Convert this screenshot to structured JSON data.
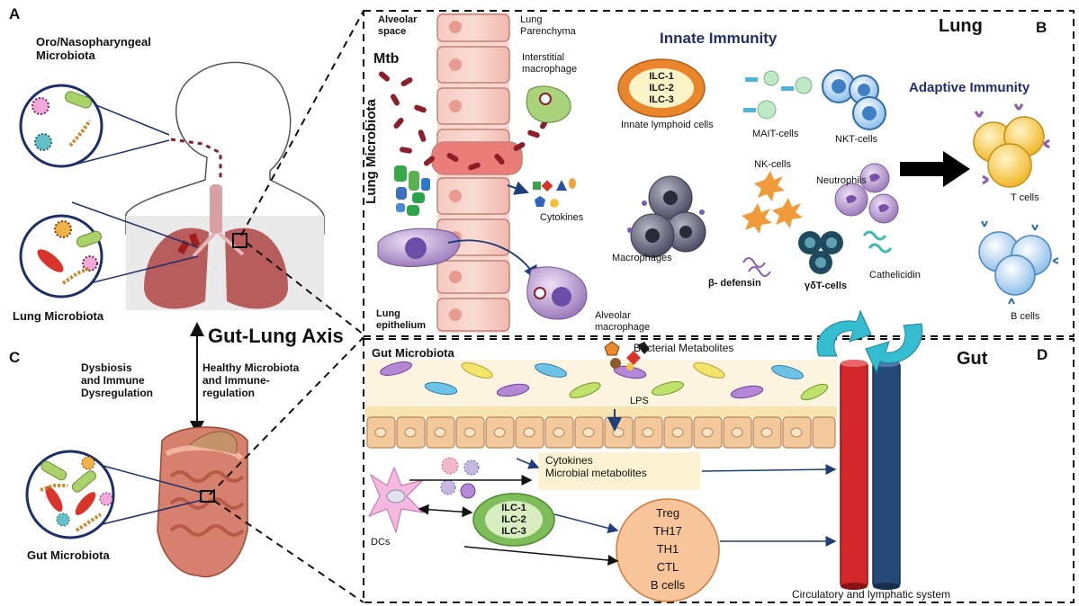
{
  "panels": {
    "a_letter": "A",
    "b_letter": "B",
    "c_letter": "C",
    "d_letter": "D",
    "lung_title": "Lung",
    "gut_title": "Gut"
  },
  "panel_a": {
    "oro_label": "Oro/Nasopharyngeal\nMicrobiota",
    "lung_microbiota_label": "Lung Microbiota"
  },
  "panel_c": {
    "axis_title": "Gut-Lung Axis",
    "dysbiosis_label": "Dysbiosis\nand Immune\nDysregulation",
    "healthy_label": "Healthy Microbiota\n and Immune-\nregulation",
    "gut_microbiota_label": "Gut Microbiota"
  },
  "panel_b": {
    "alveolar_space": "Alveolar\nspace",
    "lung_parenchyma": "Lung\nParenchyma",
    "mtb": "Mtb",
    "lung_microbiota_vertical": "Lung Microbiota",
    "interstitial_macrophage": "Interstitial\nmacrophage",
    "cytokines": "Cytokines",
    "lung_epithelium": "Lung\nepithelium",
    "alveolar_macrophage": "Alveolar\nmacrophage",
    "innate_immunity": "Innate Immunity",
    "adaptive_immunity": "Adaptive Immunity",
    "ilc_lines": [
      "ILC-1",
      "ILC-2",
      "ILC-3"
    ],
    "innate_lymphoid_cells": "Innate lymphoid cells",
    "mait_cells": "MAIT-cells",
    "nkt_cells": "NKT-cells",
    "nk_cells": "NK-cells",
    "neutrophils": "Neutrophils",
    "macrophages": "Macrophages",
    "beta_defensin": "β- defensin",
    "gd_t_cells": "γδT-cells",
    "cathelicidin": "Cathelicidin",
    "t_cells": "T cells",
    "b_cells": "B cells"
  },
  "panel_d": {
    "gut_microbiota": "Gut Microbiota",
    "bacterial_metabolites": "Bacterial Metabolites",
    "lps": "LPS",
    "cytokines_metabolites": "Cytokines\nMicrobial metabolites",
    "ilc_lines": [
      "ILC-1",
      "ILC-2",
      "ILC-3"
    ],
    "dcs": "DCs",
    "t_subsets": [
      "Treg",
      "TH17",
      "TH1",
      "CTL",
      "B cells"
    ],
    "circulatory": "Circulatory and lymphatic system"
  },
  "colors": {
    "navy_title": "#1f2f6b",
    "blood_red": "#cc2a2a",
    "lymph_blue": "#254a7a",
    "mtb_red": "#8c1e2a",
    "lung_pink": "#c76262",
    "tcell_yellow": "#f3c63b",
    "bcell_blue": "#a9cdef",
    "epithelium_tan": "#f3c99b",
    "ilc_orange": "#e98a2f",
    "arrow_cyan": "#34bcd0"
  }
}
